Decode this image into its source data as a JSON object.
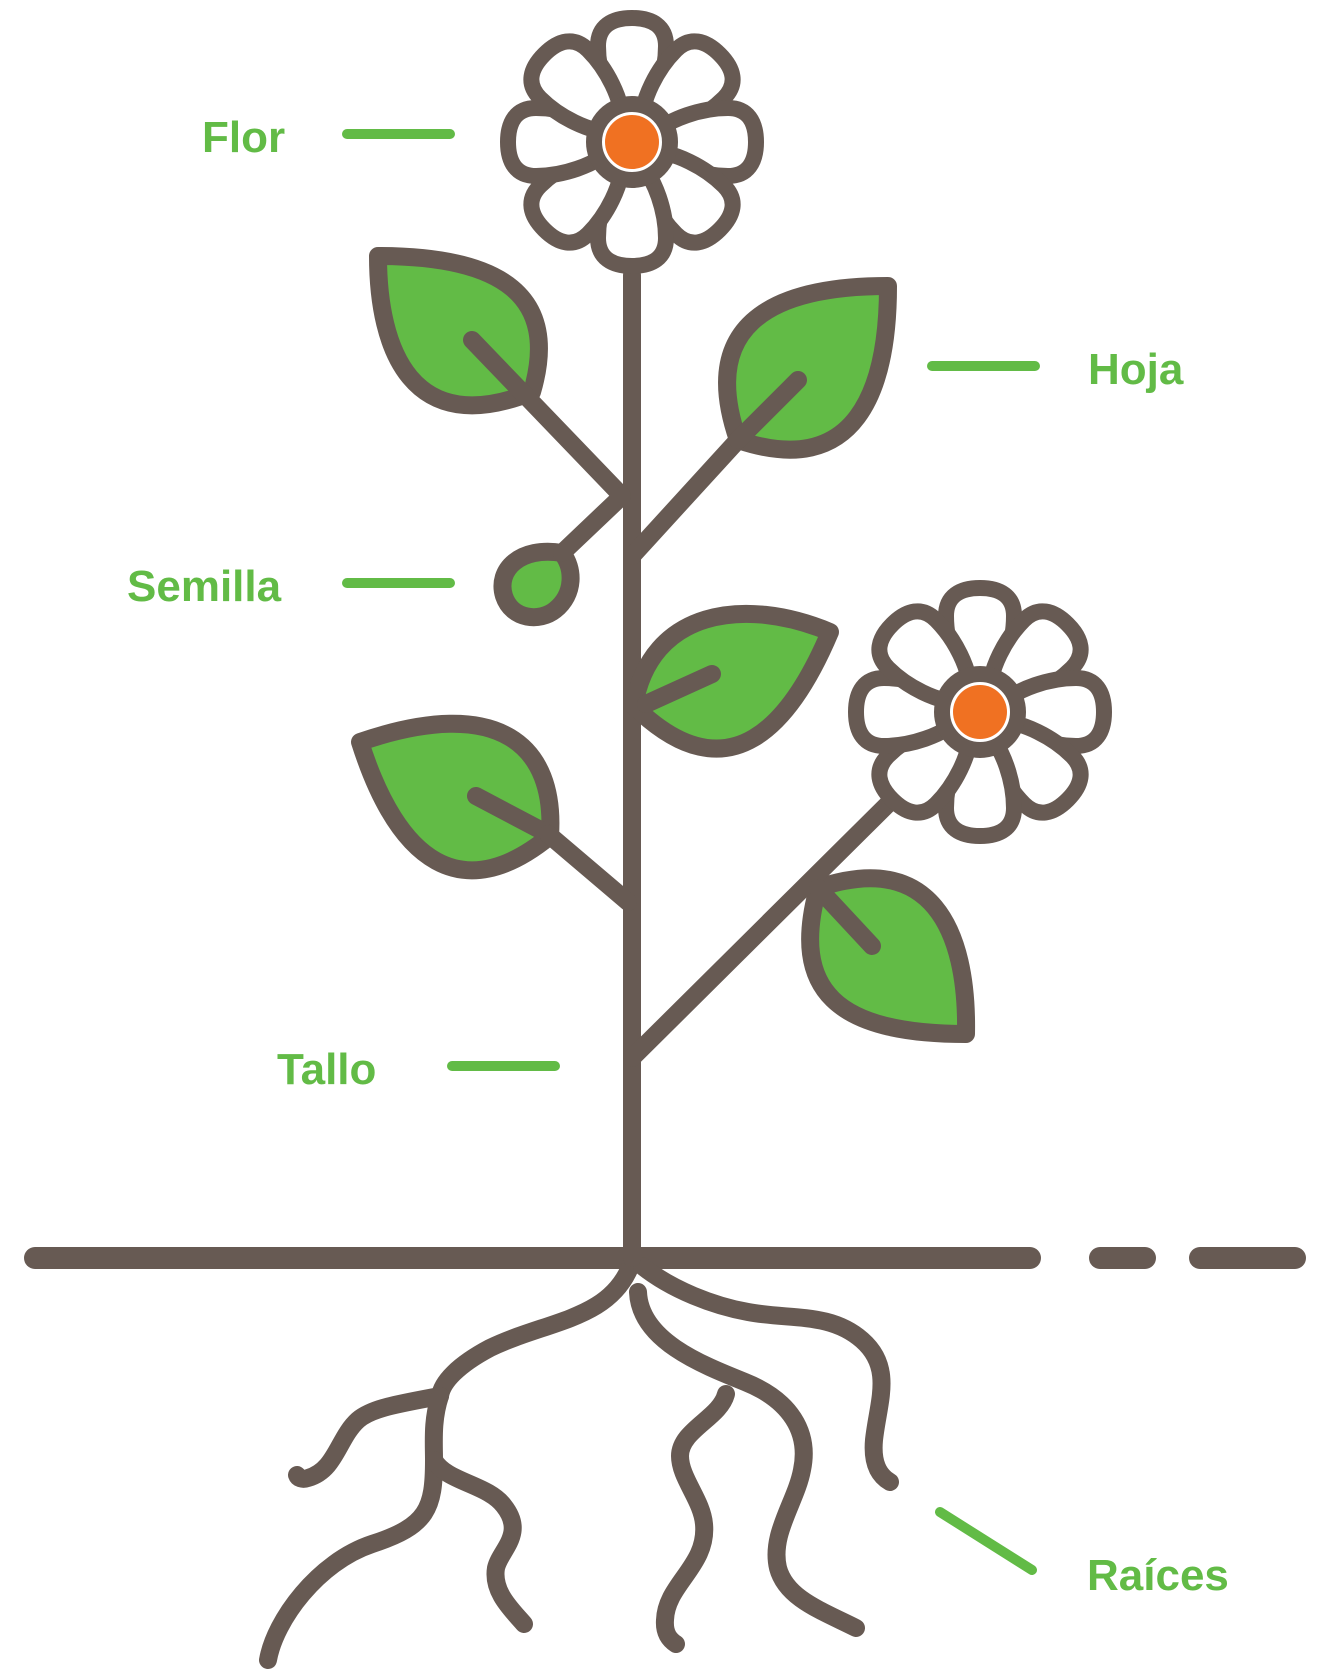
{
  "labels": {
    "flower": "Flor",
    "leaf": "Hoja",
    "seed": "Semilla",
    "stem": "Tallo",
    "roots": "Raíces"
  },
  "colors": {
    "outline": "#675a53",
    "leaf_fill": "#62bb46",
    "flower_center": "#f07122",
    "petal_fill": "#ffffff",
    "label_text": "#62bb46",
    "leader_line": "#62bb46",
    "background": "#ffffff"
  }
}
